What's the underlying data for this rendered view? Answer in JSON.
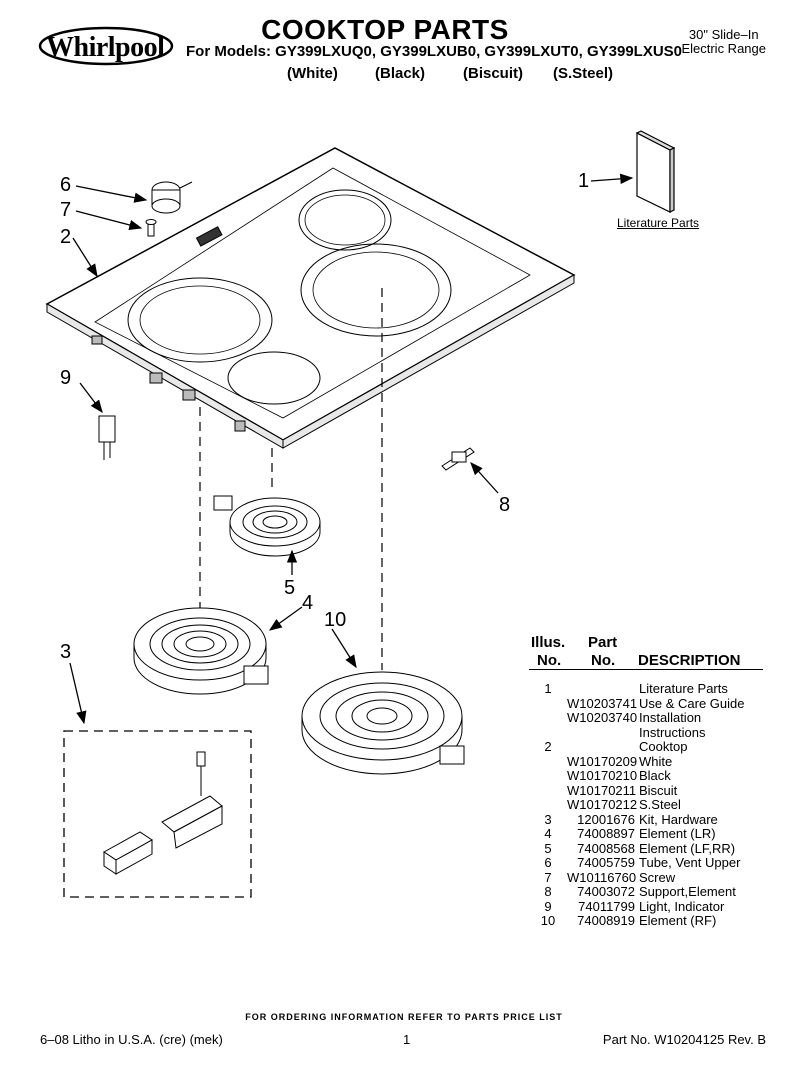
{
  "header": {
    "brand": "Whirlpool",
    "title": "COOKTOP PARTS",
    "models": "For Models: GY399LXUQ0, GY399LXUB0, GY399LXUT0, GY399LXUS0",
    "colors": [
      "(White)",
      "(Black)",
      "(Biscuit)",
      "(S.Steel)"
    ],
    "range_line1": "30\" Slide–In",
    "range_line2": "Electric Range"
  },
  "diagram": {
    "callouts": [
      "1",
      "2",
      "3",
      "4",
      "5",
      "6",
      "7",
      "8",
      "9",
      "10"
    ],
    "literature_label": "Literature Parts"
  },
  "parts_list": {
    "headers": {
      "illus_line1": "Illus.",
      "illus_line2": "No.",
      "part_line1": "Part",
      "part_line2": "No.",
      "description": "DESCRIPTION"
    },
    "rows": [
      {
        "illus": "1",
        "part": "",
        "desc": "Literature Parts"
      },
      {
        "illus": "",
        "part": "W10203741",
        "desc": "Use & Care Guide"
      },
      {
        "illus": "",
        "part": "W10203740",
        "desc": "Installation"
      },
      {
        "illus": "",
        "part": "",
        "desc": "Instructions"
      },
      {
        "illus": "2",
        "part": "",
        "desc": "Cooktop"
      },
      {
        "illus": "",
        "part": "W10170209",
        "desc": "White"
      },
      {
        "illus": "",
        "part": "W10170210",
        "desc": "Black"
      },
      {
        "illus": "",
        "part": "W10170211",
        "desc": "Biscuit"
      },
      {
        "illus": "",
        "part": "W10170212",
        "desc": "S.Steel"
      },
      {
        "illus": "3",
        "part": "12001676",
        "desc": "Kit, Hardware"
      },
      {
        "illus": "4",
        "part": "74008897",
        "desc": "Element (LR)"
      },
      {
        "illus": "5",
        "part": "74008568",
        "desc": "Element (LF,RR)"
      },
      {
        "illus": "6",
        "part": "74005759",
        "desc": "Tube, Vent Upper"
      },
      {
        "illus": "7",
        "part": "W10116760",
        "desc": "Screw"
      },
      {
        "illus": "8",
        "part": "74003072",
        "desc": "Support,Element"
      },
      {
        "illus": "9",
        "part": "74011799",
        "desc": "Light, Indicator"
      },
      {
        "illus": "10",
        "part": "74008919",
        "desc": "Element (RF)"
      }
    ]
  },
  "footer": {
    "order_note": "FOR ORDERING INFORMATION REFER TO PARTS PRICE LIST",
    "litho": "6–08 Litho in U.S.A. (cre) (mek)",
    "page": "1",
    "part_no": "Part No. W10204125 Rev. B"
  }
}
